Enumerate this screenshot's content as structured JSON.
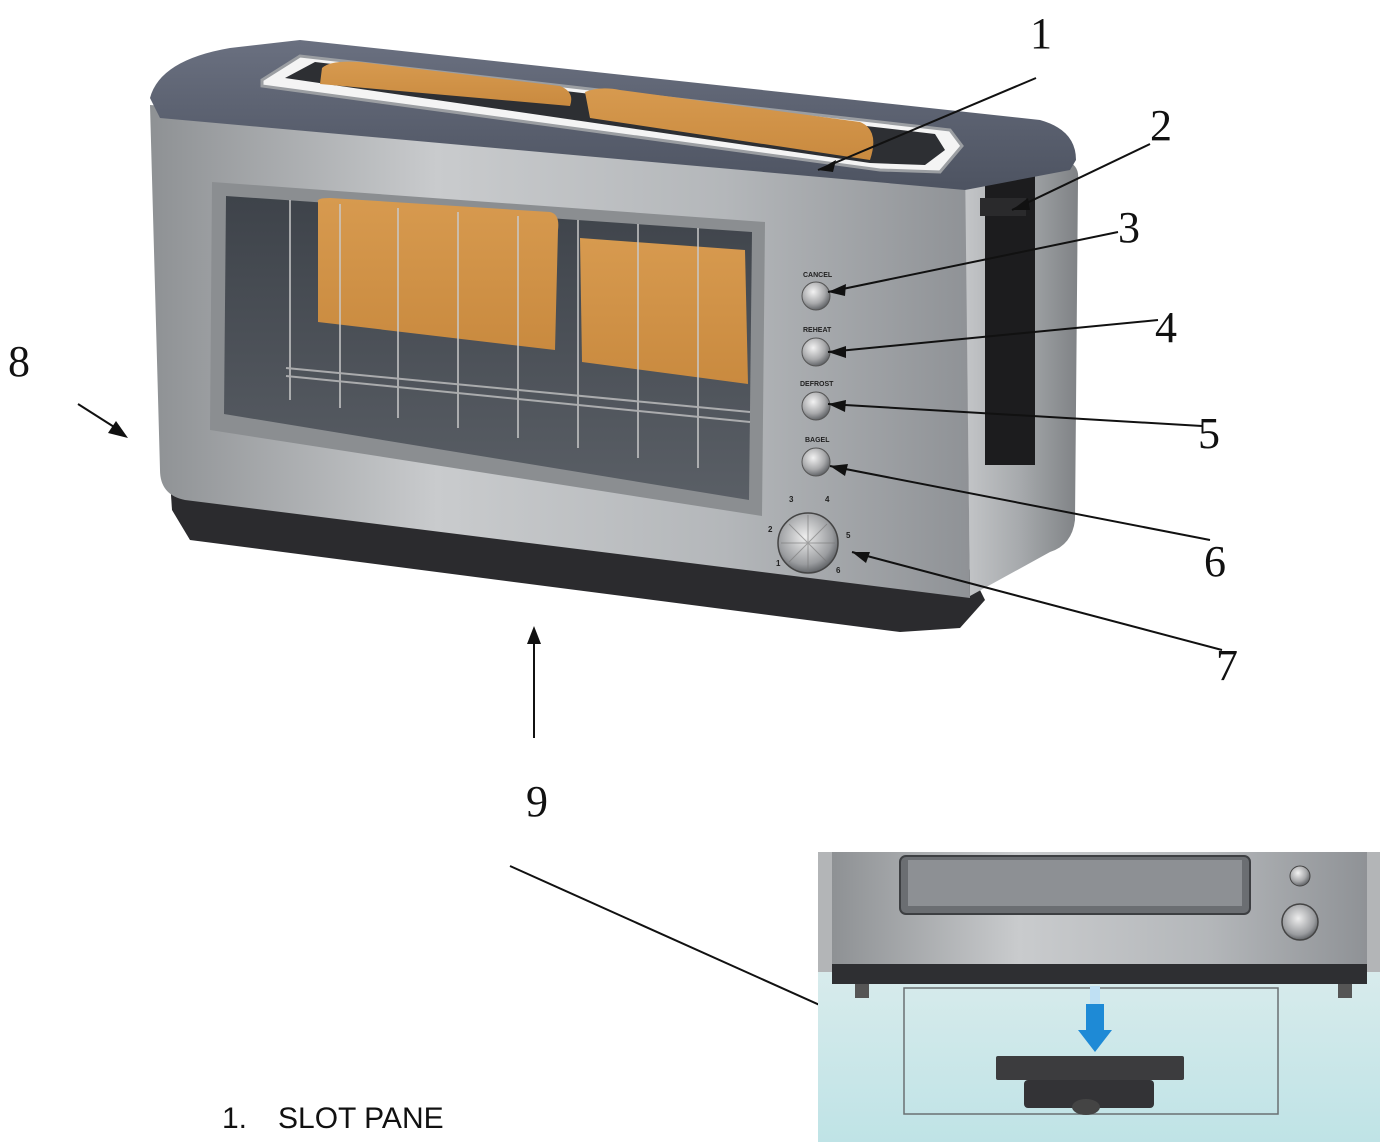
{
  "callouts": [
    "1",
    "2",
    "3",
    "4",
    "5",
    "6",
    "7",
    "8",
    "9"
  ],
  "buttons": [
    "CANCEL",
    "REHEAT",
    "DEFROST",
    "BAGEL"
  ],
  "dial_numbers": [
    "1",
    "2",
    "3",
    "4",
    "5",
    "6"
  ],
  "legend": [
    {
      "number": "1.",
      "label": "SLOT PANE"
    }
  ],
  "colors": {
    "housing": "#a9acaf",
    "lid": "#5b6270",
    "toast": "#d9a35c",
    "glass": "#4a4f56",
    "base": "#2a2a2c",
    "tray": "#3c3c3e",
    "arrow": "#1e8ad6"
  }
}
